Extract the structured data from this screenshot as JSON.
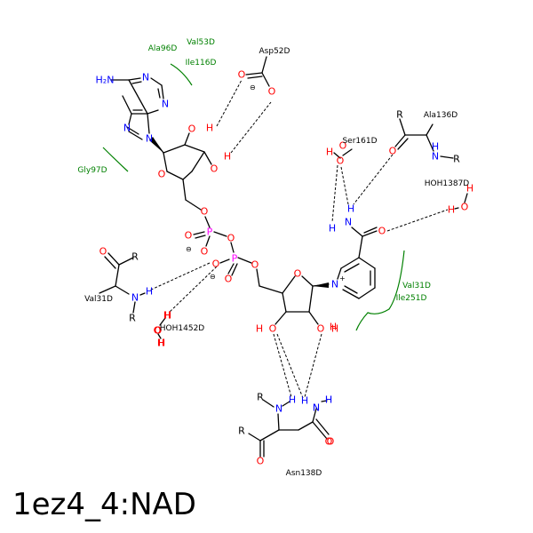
{
  "title": "1ez4_4:NAD",
  "colors": {
    "carbon": "#000000",
    "nitrogen": "#0000ff",
    "oxygen": "#ff0000",
    "phosphorus": "#ff00ff",
    "hydrophobic": "#008000"
  },
  "atoms": [
    {
      "text": "H₂N",
      "kind": "nitrogen"
    },
    {
      "text": "N",
      "kind": "nitrogen"
    },
    {
      "text": "N",
      "kind": "nitrogen"
    },
    {
      "text": "N",
      "kind": "nitrogen"
    },
    {
      "text": "N",
      "kind": "nitrogen"
    },
    {
      "text": "O",
      "kind": "oxygen"
    },
    {
      "text": "O",
      "kind": "oxygen"
    },
    {
      "text": "H",
      "kind": "oxygen"
    },
    {
      "text": "O",
      "kind": "oxygen"
    },
    {
      "text": "H",
      "kind": "oxygen"
    },
    {
      "text": "O",
      "kind": "oxygen"
    },
    {
      "text": "O",
      "kind": "oxygen"
    },
    {
      "text": "P",
      "kind": "phosphorus"
    },
    {
      "text": "O",
      "kind": "oxygen"
    },
    {
      "text": "O",
      "kind": "oxygen"
    },
    {
      "text": "O",
      "kind": "oxygen"
    },
    {
      "text": "P",
      "kind": "phosphorus"
    },
    {
      "text": "O",
      "kind": "oxygen"
    },
    {
      "text": "O",
      "kind": "oxygen"
    },
    {
      "text": "O",
      "kind": "oxygen"
    },
    {
      "text": "O",
      "kind": "oxygen"
    },
    {
      "text": "O",
      "kind": "oxygen"
    },
    {
      "text": "H",
      "kind": "oxygen"
    },
    {
      "text": "O",
      "kind": "oxygen"
    },
    {
      "text": "H",
      "kind": "oxygen"
    },
    {
      "text": "N",
      "kind": "nitrogen"
    },
    {
      "text": "O",
      "kind": "oxygen"
    },
    {
      "text": "N",
      "kind": "nitrogen"
    },
    {
      "text": "H",
      "kind": "nitrogen"
    },
    {
      "text": "H",
      "kind": "nitrogen"
    },
    {
      "text": "O",
      "kind": "oxygen"
    },
    {
      "text": "O",
      "kind": "oxygen"
    },
    {
      "text": "O",
      "kind": "oxygen"
    },
    {
      "text": "H",
      "kind": "oxygen"
    },
    {
      "text": "H",
      "kind": "oxygen"
    },
    {
      "text": "O",
      "kind": "oxygen"
    },
    {
      "text": "H",
      "kind": "oxygen"
    },
    {
      "text": "O",
      "kind": "oxygen"
    },
    {
      "text": "O",
      "kind": "oxygen"
    },
    {
      "text": "N",
      "kind": "nitrogen"
    },
    {
      "text": "H",
      "kind": "nitrogen"
    },
    {
      "text": "R",
      "kind": "carbon"
    },
    {
      "text": "O",
      "kind": "oxygen"
    },
    {
      "text": "H",
      "kind": "oxygen"
    },
    {
      "text": "H",
      "kind": "oxygen"
    },
    {
      "text": "N",
      "kind": "nitrogen"
    },
    {
      "text": "H",
      "kind": "nitrogen"
    },
    {
      "text": "R",
      "kind": "carbon"
    },
    {
      "text": "O",
      "kind": "oxygen"
    },
    {
      "text": "R",
      "kind": "carbon"
    },
    {
      "text": "N",
      "kind": "nitrogen"
    },
    {
      "text": "H",
      "kind": "nitrogen"
    },
    {
      "text": "R",
      "kind": "carbon"
    },
    {
      "text": "H",
      "kind": "oxygen"
    },
    {
      "text": "O",
      "kind": "oxygen"
    },
    {
      "text": "H",
      "kind": "oxygen"
    },
    {
      "text": "H",
      "kind": "oxygen"
    },
    {
      "text": "O",
      "kind": "oxygen"
    },
    {
      "text": "N",
      "kind": "nitrogen"
    },
    {
      "text": "H",
      "kind": "nitrogen"
    },
    {
      "text": "R",
      "kind": "carbon"
    },
    {
      "text": "H",
      "kind": "nitrogen"
    },
    {
      "text": "N",
      "kind": "nitrogen"
    },
    {
      "text": "H",
      "kind": "nitrogen"
    },
    {
      "text": "R",
      "kind": "carbon"
    },
    {
      "text": "O",
      "kind": "oxygen"
    },
    {
      "text": "O",
      "kind": "oxygen"
    }
  ],
  "charges": [
    {
      "text": "⊖"
    },
    {
      "text": "⊖"
    },
    {
      "text": "⊖"
    },
    {
      "text": "+"
    }
  ],
  "residues": [
    {
      "text": "Ala96D",
      "kind": "hydrophobic"
    },
    {
      "text": "Val53D",
      "kind": "hydrophobic"
    },
    {
      "text": "Ile116D",
      "kind": "hydrophobic"
    },
    {
      "text": "Asp52D",
      "kind": "carbon"
    },
    {
      "text": "Gly97D",
      "kind": "hydrophobic"
    },
    {
      "text": "Ser161D",
      "kind": "carbon"
    },
    {
      "text": "Ala136D",
      "kind": "carbon"
    },
    {
      "text": "HOH1387D",
      "kind": "carbon"
    },
    {
      "text": "Val31D",
      "kind": "carbon"
    },
    {
      "text": "HOH1452D",
      "kind": "carbon"
    },
    {
      "text": "Val31D",
      "kind": "hydrophobic"
    },
    {
      "text": "Ile251D",
      "kind": "hydrophobic"
    },
    {
      "text": "Asn138D",
      "kind": "carbon"
    }
  ]
}
